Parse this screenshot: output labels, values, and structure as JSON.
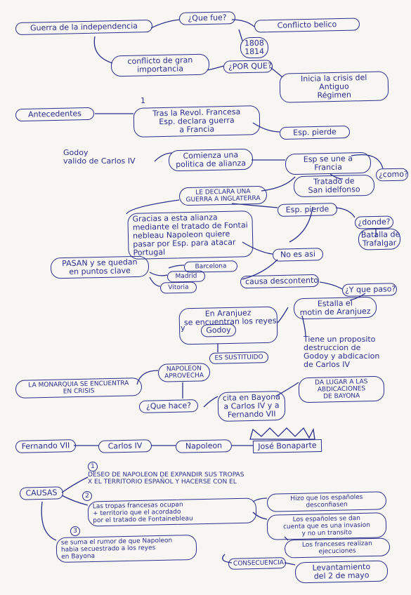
{
  "ink_color": "#2b2f8c",
  "paper_color": "#f7f6f2",
  "nodes": {
    "guerra": "Guerra de la independencia",
    "que_fue": "¿Que fue?",
    "conflicto_belico": "Conflicto belico",
    "fechas": [
      "1808",
      "1814"
    ],
    "conflicto_gran": [
      "conflicto de gran",
      "importancia"
    ],
    "por_que": "¿POR QUE?",
    "inicia_crisis": [
      "Inicia la crisis del",
      "Antiguo",
      "Régimen"
    ],
    "antecedentes": "Antecedentes",
    "num_1": "1",
    "tras_revol": [
      "Tras la Revol. Francesa",
      "Esp. declara guerra",
      "a Francia"
    ],
    "esp_pierde_1": "Esp. pierde",
    "godoy": [
      "Godoy",
      "valido de Carlos IV"
    ],
    "comienza_politica": [
      "Comienza una",
      "politica de alianza"
    ],
    "esp_se_une": [
      "Esp se une a",
      "Francia"
    ],
    "como": "¿como?",
    "tratado_si": [
      "Tratado de",
      "San idelfonso"
    ],
    "declara_guerra": [
      "LE DECLARA UNA",
      "GUERRA A INGLATERRA"
    ],
    "esp_pierde_2": "Esp. pierde",
    "donde": "¿donde?",
    "batalla": [
      "Batalla de",
      "Trafalgar"
    ],
    "gracias": [
      "Gracias a esta alianza",
      "mediante el tratado de Fontai",
      "nebleau Napoleon quiere",
      "pasar por Esp. para atacar",
      "Portugal"
    ],
    "no_es_asi": "No es asi",
    "pasan": [
      "PASAN y se quedan",
      "en puntos clave"
    ],
    "barcelona": "Barcelona",
    "madrid": "Madrid",
    "vitoria": "Vitoria",
    "causa_descontento": "causa descontento",
    "y_que_paso": "¿Y que paso?",
    "estalla": [
      "Estalla el",
      "motin de Aranjuez"
    ],
    "en_aranjuez": [
      "En Aranjuez",
      "se encuentran los reyes"
    ],
    "y": "y",
    "godoy_2": "Godoy",
    "proposito": [
      "Tiene un proposito",
      "destruccion de",
      "Godoy y abdicacion",
      "de Carlos IV"
    ],
    "es_sustituido": "ES SUSTITUIDO",
    "napoleon_aprovecha": [
      "NAPOLEON",
      "APROVECHA"
    ],
    "monarquia": [
      "LA MONARQUIA SE ENCUENTRA",
      "EN CRISIS"
    ],
    "que_hace": "¿Que hace?",
    "cita_bayona": [
      "cita en Bayona",
      "a Carlos IV y a",
      "Fernando VII"
    ],
    "da_lugar": [
      "DA LUGAR A LAS",
      "ABDICACIONES",
      "DE BAYONA"
    ],
    "fernando": "Fernando VII",
    "carlos": "Carlos IV",
    "napoleon": "Napoleon",
    "jose": "José Bonaparte",
    "causas": "CAUSAS",
    "num_c1": "1",
    "deseo": [
      "DESEO DE NAPOLEON DE EXPANDIR SUS TROPAS",
      "X EL TERRITORIO ESPAÑOL Y HACERSE CON EL"
    ],
    "num_c2": "2",
    "tropas": [
      "Las tropas francesas ocupan",
      "+ territorio que el acordado",
      "por el tratado de Fontainebleau"
    ],
    "hizo_que": [
      "Hizo que los españoles",
      "desconfiasen"
    ],
    "espanoles_cuenta": [
      "Los españoles se dan",
      "cuenta que es una invasion",
      "y no un transito"
    ],
    "franceses": [
      "Los franceses realizan",
      "ejecuciones"
    ],
    "consecuencia": "CONSECUENCIA",
    "levantamiento": [
      "Levantamiento",
      "del 2 de mayo"
    ],
    "num_c3": "3",
    "rumor": [
      "se suma el rumor de que Napoleon",
      "habia secuestrado a los reyes",
      "en Bayona"
    ]
  }
}
